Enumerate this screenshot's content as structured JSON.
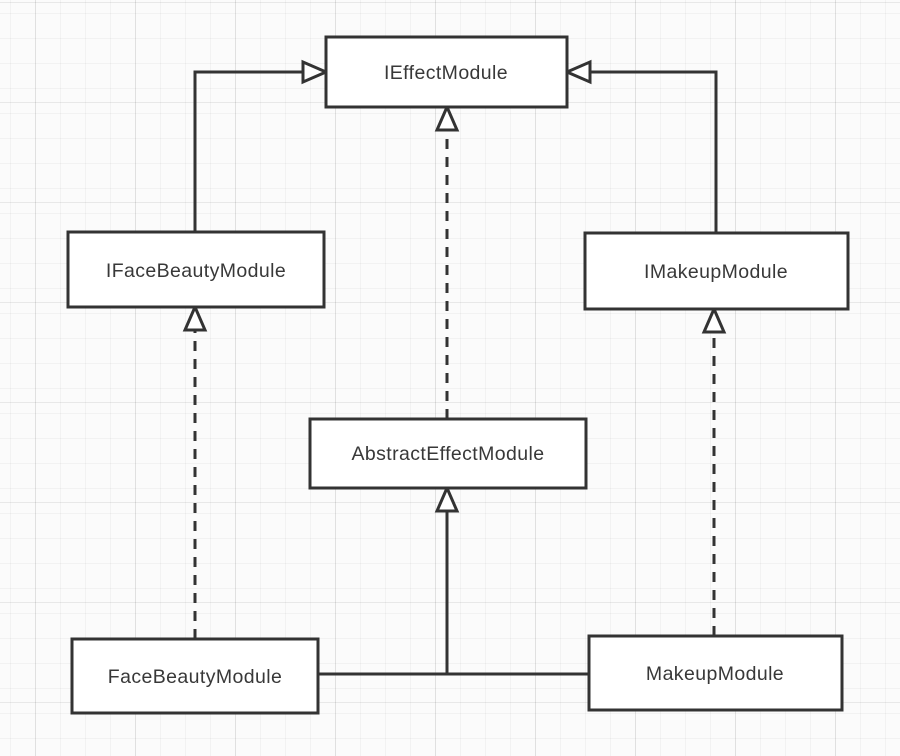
{
  "diagram": {
    "type": "uml-class-diagram",
    "colors": {
      "stroke": "#333333",
      "node_fill": "#ffffff",
      "text": "#383838",
      "background": "#fbfbfb",
      "grid_line": "#ececec"
    },
    "nodes": [
      {
        "id": "IEffectModule",
        "label": "IEffectModule"
      },
      {
        "id": "IFaceBeautyModule",
        "label": "IFaceBeautyModule"
      },
      {
        "id": "IMakeupModule",
        "label": "IMakeupModule"
      },
      {
        "id": "AbstractEffectModule",
        "label": "AbstractEffectModule"
      },
      {
        "id": "FaceBeautyModule",
        "label": "FaceBeautyModule"
      },
      {
        "id": "MakeupModule",
        "label": "MakeupModule"
      }
    ],
    "edges": [
      {
        "from": "IFaceBeautyModule",
        "to": "IEffectModule",
        "line": "solid",
        "arrow": "hollow-triangle"
      },
      {
        "from": "IMakeupModule",
        "to": "IEffectModule",
        "line": "solid",
        "arrow": "hollow-triangle"
      },
      {
        "from": "AbstractEffectModule",
        "to": "IEffectModule",
        "line": "dashed",
        "arrow": "hollow-triangle"
      },
      {
        "from": "FaceBeautyModule",
        "to": "IFaceBeautyModule",
        "line": "dashed",
        "arrow": "hollow-triangle"
      },
      {
        "from": "MakeupModule",
        "to": "IMakeupModule",
        "line": "dashed",
        "arrow": "hollow-triangle"
      },
      {
        "from": "FaceBeautyModule",
        "to": "AbstractEffectModule",
        "line": "solid",
        "arrow": "hollow-triangle"
      },
      {
        "from": "MakeupModule",
        "to": "AbstractEffectModule",
        "line": "solid",
        "arrow": "hollow-triangle"
      }
    ]
  }
}
